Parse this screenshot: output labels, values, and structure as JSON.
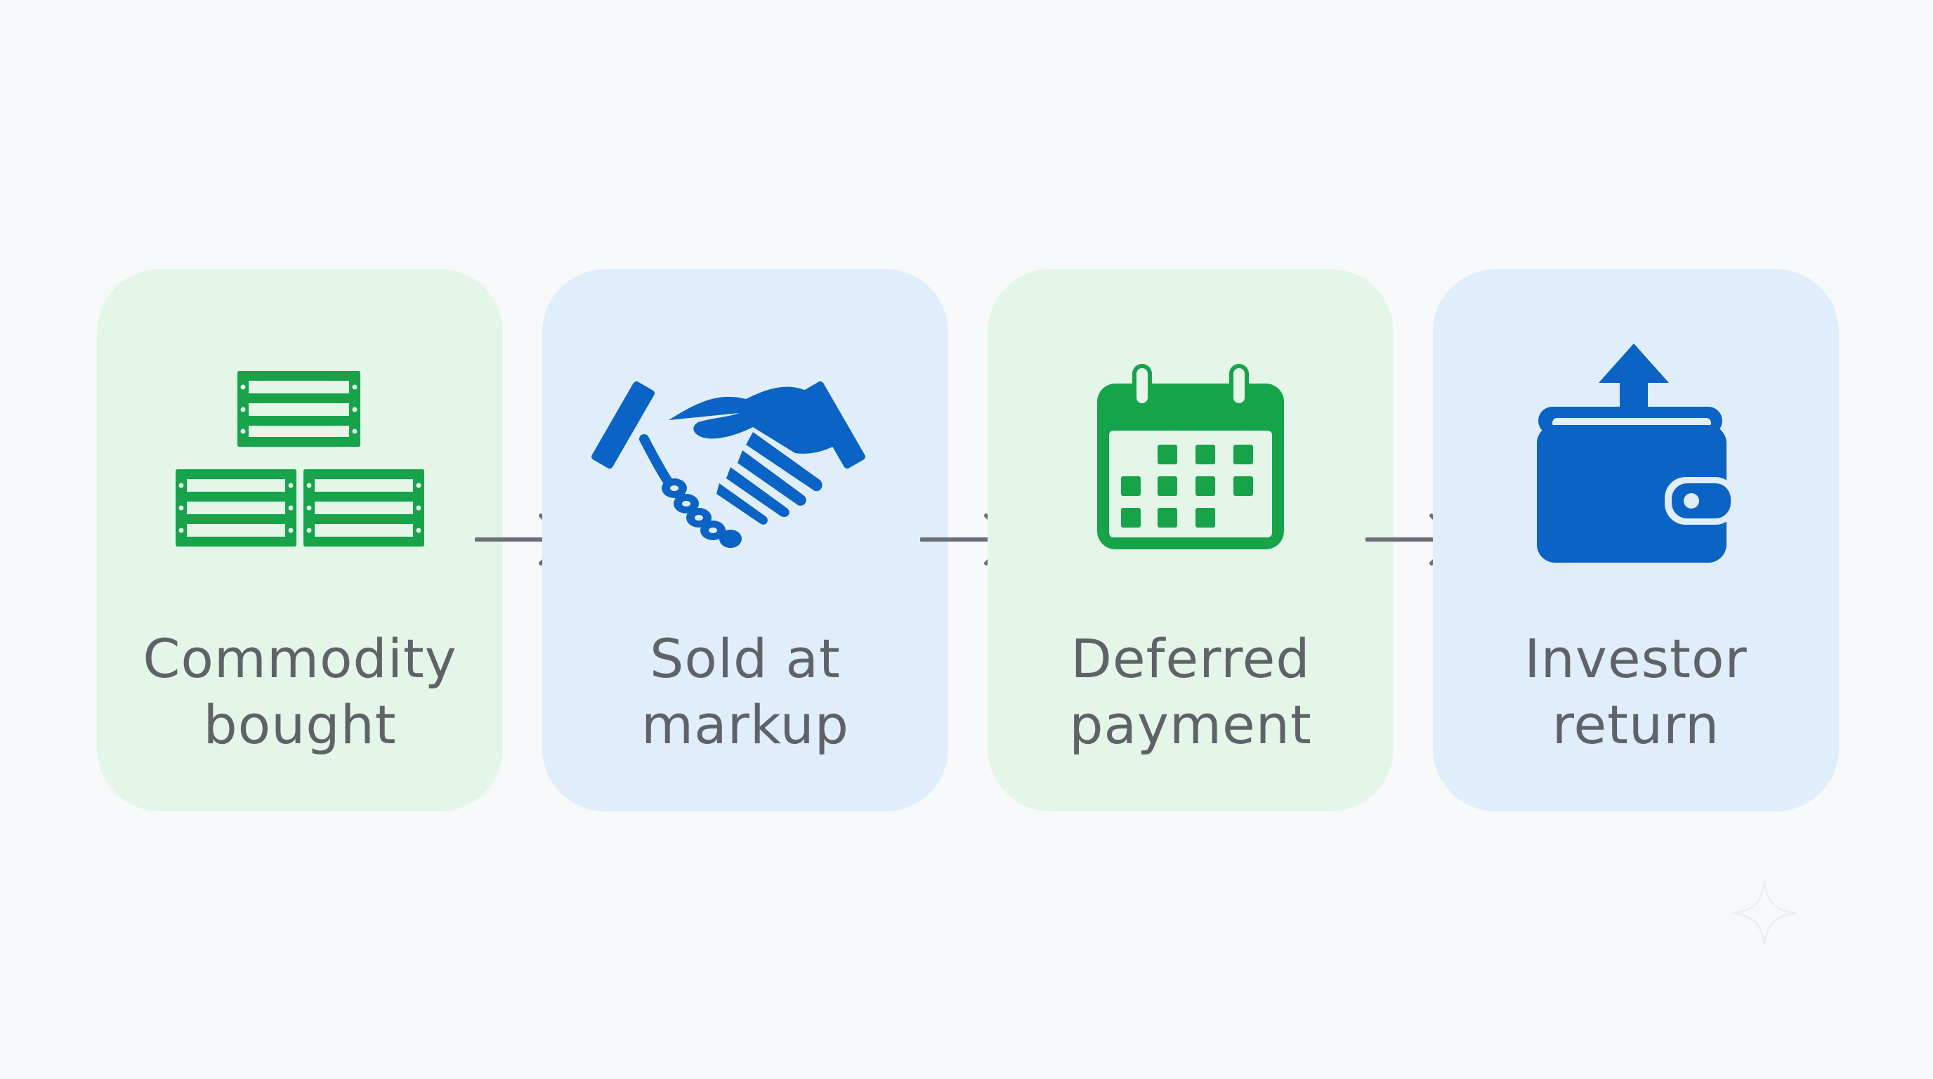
{
  "colors": {
    "green": "#16a34a",
    "blue": "#0b63c5",
    "card_green": "#e3f6e8",
    "card_blue": "#e0edfb",
    "text": "#5f6368",
    "arrow": "#6b7078"
  },
  "steps": [
    {
      "label": "Commodity\nbought",
      "icon": "crates-icon",
      "color": "green"
    },
    {
      "label": "Sold at\nmarkup",
      "icon": "handshake-icon",
      "color": "blue"
    },
    {
      "label": "Deferred\npayment",
      "icon": "calendar-icon",
      "color": "green"
    },
    {
      "label": "Investor\nreturn",
      "icon": "wallet-icon",
      "color": "blue"
    }
  ]
}
